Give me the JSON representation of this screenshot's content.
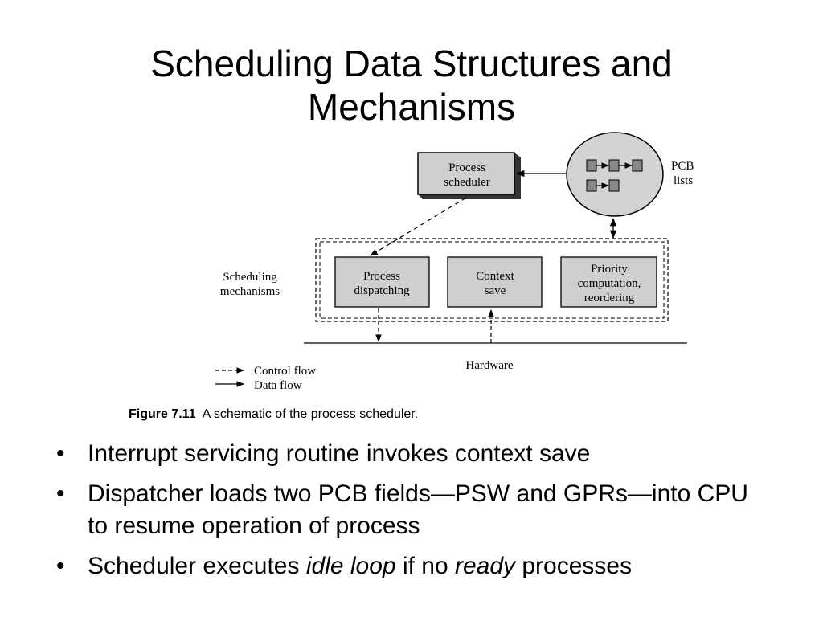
{
  "slide": {
    "title_line1": "Scheduling Data Structures and",
    "title_line2": "Mechanisms"
  },
  "diagram": {
    "process_scheduler": [
      "Process",
      "scheduler"
    ],
    "pcb_lists": [
      "PCB",
      "lists"
    ],
    "scheduling_mechanisms": [
      "Scheduling",
      "mechanisms"
    ],
    "process_dispatching": [
      "Process",
      "dispatching"
    ],
    "context_save": [
      "Context",
      "save"
    ],
    "priority_computation": [
      "Priority",
      "computation,",
      "reordering"
    ],
    "hardware": "Hardware",
    "legend_control_flow": "Control flow",
    "legend_data_flow": "Data flow",
    "caption_label": "Figure 7.11",
    "caption_text": "A schematic of the process scheduler."
  },
  "bullets": {
    "b1": "Interrupt servicing routine invokes context save",
    "b2": "Dispatcher loads two PCB fields—PSW and GPRs—into CPU to resume operation of process",
    "b3_pre": "Scheduler executes ",
    "b3_em1": "idle loop",
    "b3_mid": " if no ",
    "b3_em2": "ready",
    "b3_post": " processes"
  }
}
